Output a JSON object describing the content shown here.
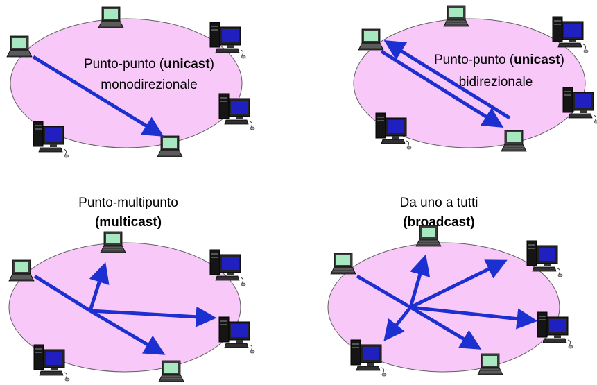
{
  "colors": {
    "ellipse_fill": "#f8c8f8",
    "ellipse_stroke": "#606060",
    "arrow": "#1c2fd0",
    "laptop_screen": "#a8e8c0",
    "desktop_screen": "#2020c0"
  },
  "panels": [
    {
      "id": "unicast-mono",
      "label_line1_pre": "Punto-punto (",
      "label_line1_bold": "unicast",
      "label_line1_post": ")",
      "label_line2": "monodirezionale"
    },
    {
      "id": "unicast-bi",
      "label_line1_pre": "Punto-punto (",
      "label_line1_bold": "unicast",
      "label_line1_post": ")",
      "label_line2": "bidirezionale"
    },
    {
      "id": "multicast",
      "title": "Punto-multipunto",
      "subtitle": "(multicast)"
    },
    {
      "id": "broadcast",
      "title": "Da uno a tutti",
      "subtitle": "(broadcast)"
    }
  ],
  "icons": {
    "laptop": "laptop-icon",
    "desktop": "desktop-computer-icon"
  }
}
